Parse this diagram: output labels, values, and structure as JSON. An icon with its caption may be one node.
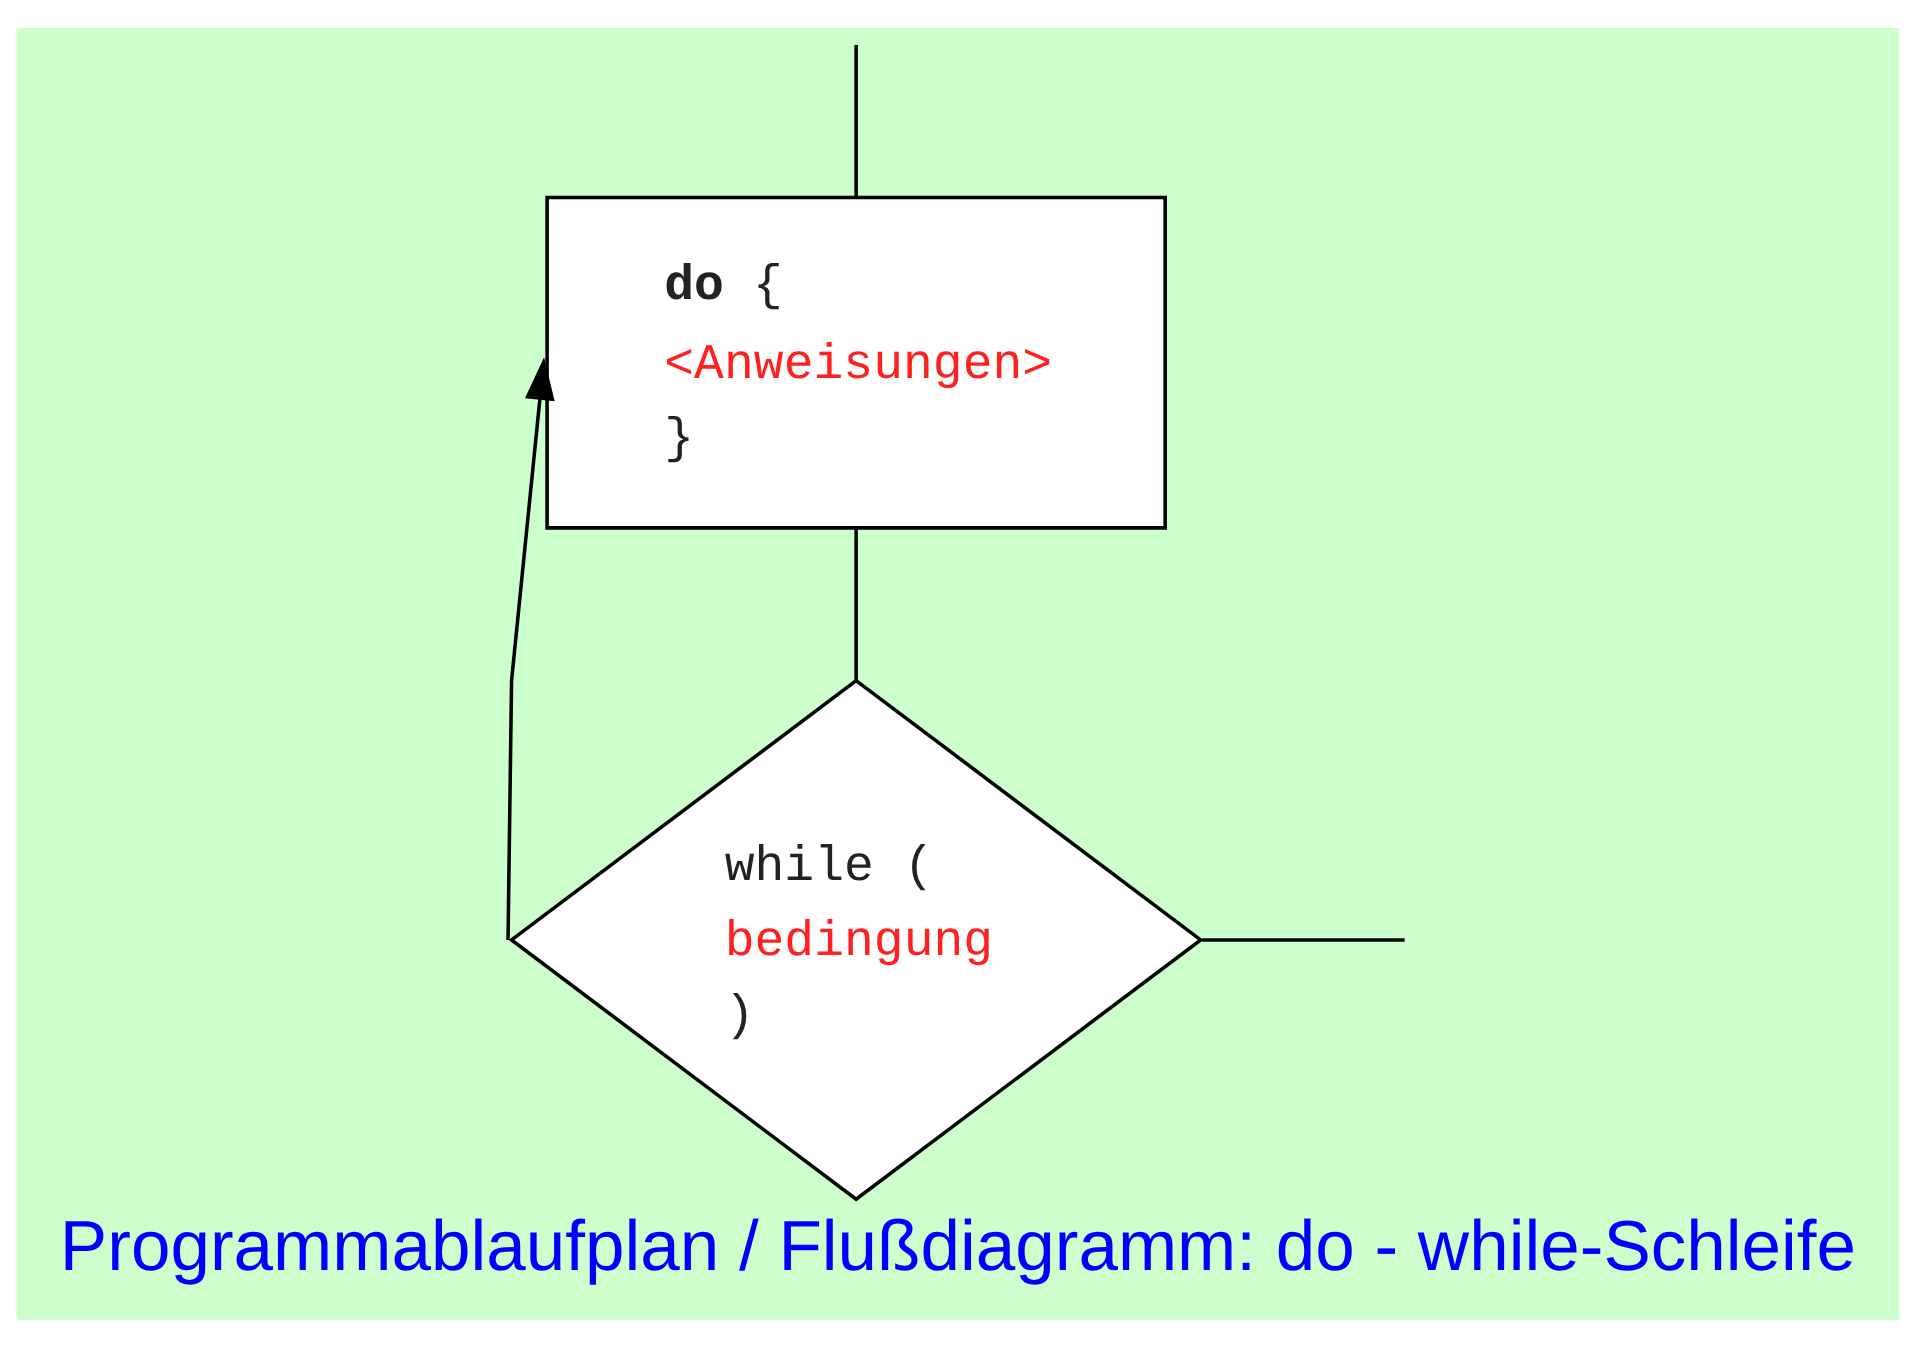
{
  "diagram": {
    "caption": "Programmablaufplan / Flußdiagramm: do - while-Schleife",
    "nodes": [
      {
        "text": [
          "**do** {",
          "<Anweisungen>",
          "}"
        ]
      },
      {
        "text": [
          "while (",
          "bedingung",
          ")"
        ]
      }
    ],
    "edges": [
      {
        "from": null,
        "to": 0,
        "arrow": "none"
      },
      {
        "from": 0,
        "to": 1,
        "arrow": "none"
      },
      {
        "from": 1,
        "to": 0,
        "arrow": "to"
      },
      {
        "from": 1,
        "to": null,
        "arrow": "none"
      }
    ]
  }
}
